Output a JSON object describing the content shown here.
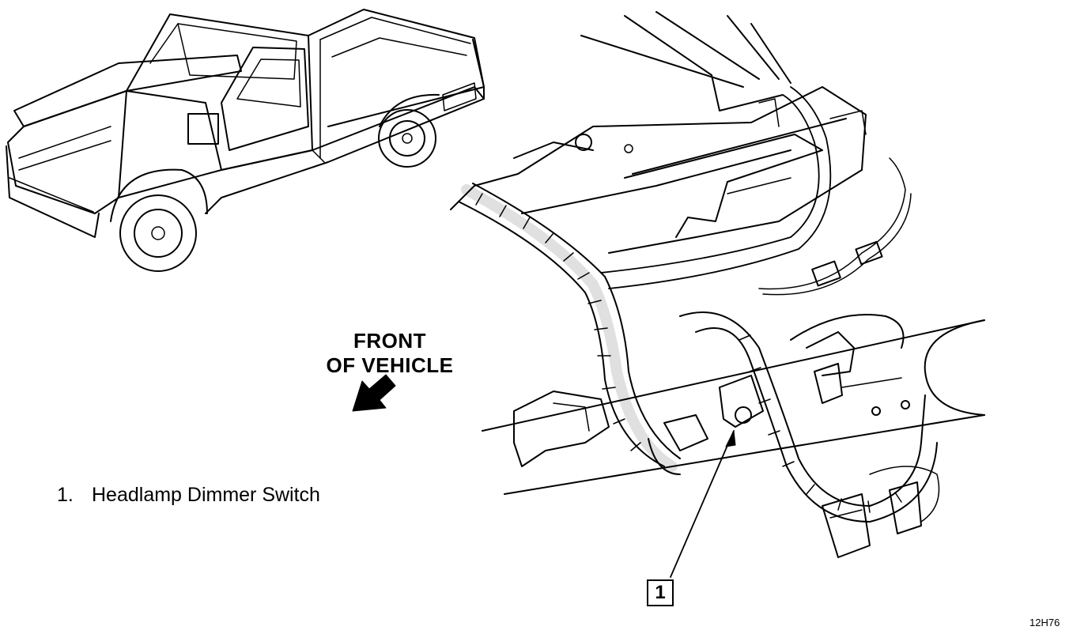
{
  "direction_label": {
    "line1": "FRONT",
    "line2": "OF VEHICLE"
  },
  "legend": [
    {
      "number": "1.",
      "text": "Headlamp Dimmer Switch"
    }
  ],
  "callouts": [
    {
      "number": "1"
    }
  ],
  "figure_id": "12H76",
  "colors": {
    "ink": "#000000",
    "paper": "#ffffff"
  },
  "icons": {
    "direction_arrow": "arrow-down-left-icon"
  }
}
